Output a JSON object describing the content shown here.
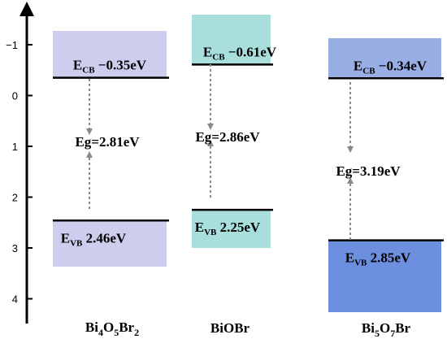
{
  "axis": {
    "ticks": [
      "−1",
      "0",
      "1",
      "2",
      "3",
      "4"
    ],
    "tick_values": [
      -1,
      0,
      1,
      2,
      3,
      4
    ],
    "direction": "up-is-negative",
    "range": [
      -1.7,
      4.6
    ]
  },
  "materials": [
    {
      "id": "bi4o5br2",
      "label": {
        "parts": [
          [
            "Bi",
            ""
          ],
          [
            "4",
            "sub"
          ],
          [
            "O",
            ""
          ],
          [
            "5",
            "sub"
          ],
          [
            "Br",
            ""
          ],
          [
            "2",
            "sub"
          ]
        ]
      },
      "cb": {
        "value": -0.35,
        "label": "−0.35eV"
      },
      "vb": {
        "value": 2.46,
        "label": "2.46eV"
      },
      "eg": "Eg=2.81eV",
      "cb_box_color": "#cfcdee",
      "vb_box_color": "#cfcdee"
    },
    {
      "id": "biobr",
      "label": {
        "parts": [
          [
            "BiOBr",
            ""
          ]
        ]
      },
      "cb": {
        "value": -0.61,
        "label": "−0.61eV"
      },
      "vb": {
        "value": 2.25,
        "label": "2.25eV"
      },
      "eg": "Eg=2.86eV",
      "cb_box_color": "#a8dedb",
      "vb_box_color": "#a8dedb"
    },
    {
      "id": "bi5o7br",
      "label": {
        "parts": [
          [
            "Bi",
            ""
          ],
          [
            "5",
            "sub"
          ],
          [
            "O",
            ""
          ],
          [
            "7",
            "sub"
          ],
          [
            "Br",
            ""
          ]
        ]
      },
      "cb": {
        "value": -0.34,
        "label": "−0.34eV"
      },
      "vb": {
        "value": 2.85,
        "label": "2.85eV"
      },
      "eg": "Eg=3.19eV",
      "cb_box_color": "#9aaee6",
      "vb_box_color": "#6d8fe0"
    }
  ],
  "symbols": {
    "cb": {
      "main": "E",
      "sub": "CB"
    },
    "vb": {
      "main": "E",
      "sub": "VB"
    }
  },
  "colors": {
    "axis": "#000000",
    "band_line": "#000000",
    "arrow": "#8a8a8a"
  }
}
